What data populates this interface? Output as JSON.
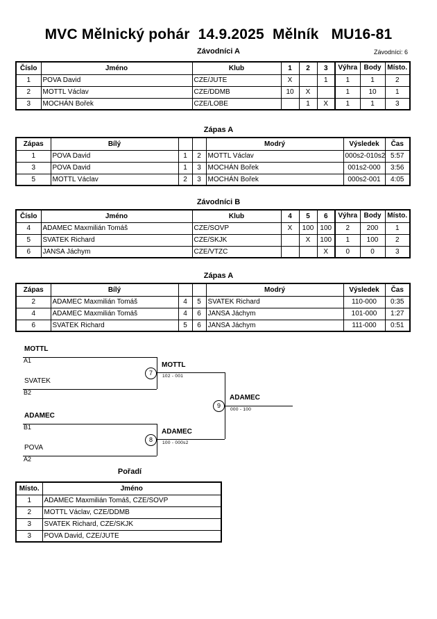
{
  "header": {
    "title": "MVC Mělnický pohár  14.9.2025  Mělník   MU16-81",
    "entrants_label": "Závodníci: 6"
  },
  "sections": {
    "group_a_caption": "Závodníci A",
    "match_a1_caption": "Zápas A",
    "group_b_caption": "Závodníci B",
    "match_a2_caption": "Zápas A",
    "standings_caption": "Pořadí"
  },
  "group_a": {
    "columns": [
      "Číslo",
      "Jméno",
      "Klub",
      "1",
      "2",
      "3",
      "Výhra",
      "Body",
      "Místo."
    ],
    "rows": [
      {
        "cislo": "1",
        "jmeno": "POVA David",
        "klub": "CZE/JUTE",
        "m1": "X",
        "m2": "",
        "m3": "1",
        "vyhra": "1",
        "body": "1",
        "misto": "2"
      },
      {
        "cislo": "2",
        "jmeno": "MOTTL Václav",
        "klub": "CZE/DDMB",
        "m1": "10",
        "m2": "X",
        "m3": "",
        "vyhra": "1",
        "body": "10",
        "misto": "1"
      },
      {
        "cislo": "3",
        "jmeno": "MOCHÁN Bořek",
        "klub": "CZE/LOBE",
        "m1": "",
        "m2": "1",
        "m3": "X",
        "vyhra": "1",
        "body": "1",
        "misto": "3"
      }
    ]
  },
  "match_a1": {
    "columns": [
      "Zápas",
      "Bílý",
      "",
      "",
      "Modrý",
      "Výsledek",
      "Čas"
    ],
    "rows": [
      {
        "zapas": "1",
        "bily": "POVA David",
        "bily_bold": false,
        "n1": "1",
        "n2": "2",
        "modry": "MOTTL Václav",
        "modry_bold": true,
        "vysledek": "000s2-010s2",
        "cas": "5:57"
      },
      {
        "zapas": "3",
        "bily": "POVA David",
        "bily_bold": true,
        "n1": "1",
        "n2": "3",
        "modry": "MOCHÁN Bořek",
        "modry_bold": false,
        "vysledek": "001s2-000",
        "cas": "3:56"
      },
      {
        "zapas": "5",
        "bily": "MOTTL Václav",
        "bily_bold": false,
        "n1": "2",
        "n2": "3",
        "modry": "MOCHÁN Bořek",
        "modry_bold": true,
        "vysledek": "000s2-001",
        "cas": "4:05"
      }
    ]
  },
  "group_b": {
    "columns": [
      "Číslo",
      "Jméno",
      "Klub",
      "4",
      "5",
      "6",
      "Výhra",
      "Body",
      "Místo."
    ],
    "rows": [
      {
        "cislo": "4",
        "jmeno": "ADAMEC Maxmilián Tomáš",
        "klub": "CZE/SOVP",
        "m1": "X",
        "m2": "100",
        "m3": "100",
        "vyhra": "2",
        "body": "200",
        "misto": "1"
      },
      {
        "cislo": "5",
        "jmeno": "SVATEK Richard",
        "klub": "CZE/SKJK",
        "m1": "",
        "m2": "X",
        "m3": "100",
        "vyhra": "1",
        "body": "100",
        "misto": "2"
      },
      {
        "cislo": "6",
        "jmeno": "JANSA Jáchym",
        "klub": "CZE/VTZC",
        "m1": "",
        "m2": "",
        "m3": "X",
        "vyhra": "0",
        "body": "0",
        "misto": "3"
      }
    ]
  },
  "match_a2": {
    "columns": [
      "Zápas",
      "Bílý",
      "",
      "",
      "Modrý",
      "Výsledek",
      "Čas"
    ],
    "rows": [
      {
        "zapas": "2",
        "bily": "ADAMEC Maxmilián Tomáš",
        "bily_bold": true,
        "n1": "4",
        "n2": "5",
        "modry": "SVATEK Richard",
        "modry_bold": false,
        "vysledek": "110-000",
        "cas": "0:35"
      },
      {
        "zapas": "4",
        "bily": "ADAMEC Maxmilián Tomáš",
        "bily_bold": true,
        "n1": "4",
        "n2": "6",
        "modry": "JANSA Jáchym",
        "modry_bold": false,
        "vysledek": "101-000",
        "cas": "1:27"
      },
      {
        "zapas": "6",
        "bily": "SVATEK Richard",
        "bily_bold": true,
        "n1": "5",
        "n2": "6",
        "modry": "JANSA Jáchym",
        "modry_bold": false,
        "vysledek": "111-000",
        "cas": "0:51"
      }
    ]
  },
  "bracket": {
    "entries": [
      {
        "name": "MOTTL",
        "seed": "A1",
        "bold": true
      },
      {
        "name": "SVATEK",
        "seed": "B2",
        "bold": false
      },
      {
        "name": "ADAMEC",
        "seed": "B1",
        "bold": true
      },
      {
        "name": "POVA",
        "seed": "A2",
        "bold": false
      }
    ],
    "matches": [
      {
        "number": "7",
        "winner": "MOTTL",
        "score": "102 - 001"
      },
      {
        "number": "8",
        "winner": "ADAMEC",
        "score": "100 - 000s2"
      },
      {
        "number": "9",
        "winner": "ADAMEC",
        "score": "000 - 100"
      }
    ]
  },
  "standings": {
    "columns": [
      "Místo.",
      "Jméno"
    ],
    "rows": [
      {
        "misto": "1",
        "jmeno": "ADAMEC Maxmilián Tomáš, CZE/SOVP"
      },
      {
        "misto": "2",
        "jmeno": "MOTTL Václav, CZE/DDMB"
      },
      {
        "misto": "3",
        "jmeno": "SVATEK Richard, CZE/SKJK"
      },
      {
        "misto": "3",
        "jmeno": "POVA David, CZE/JUTE"
      }
    ]
  }
}
